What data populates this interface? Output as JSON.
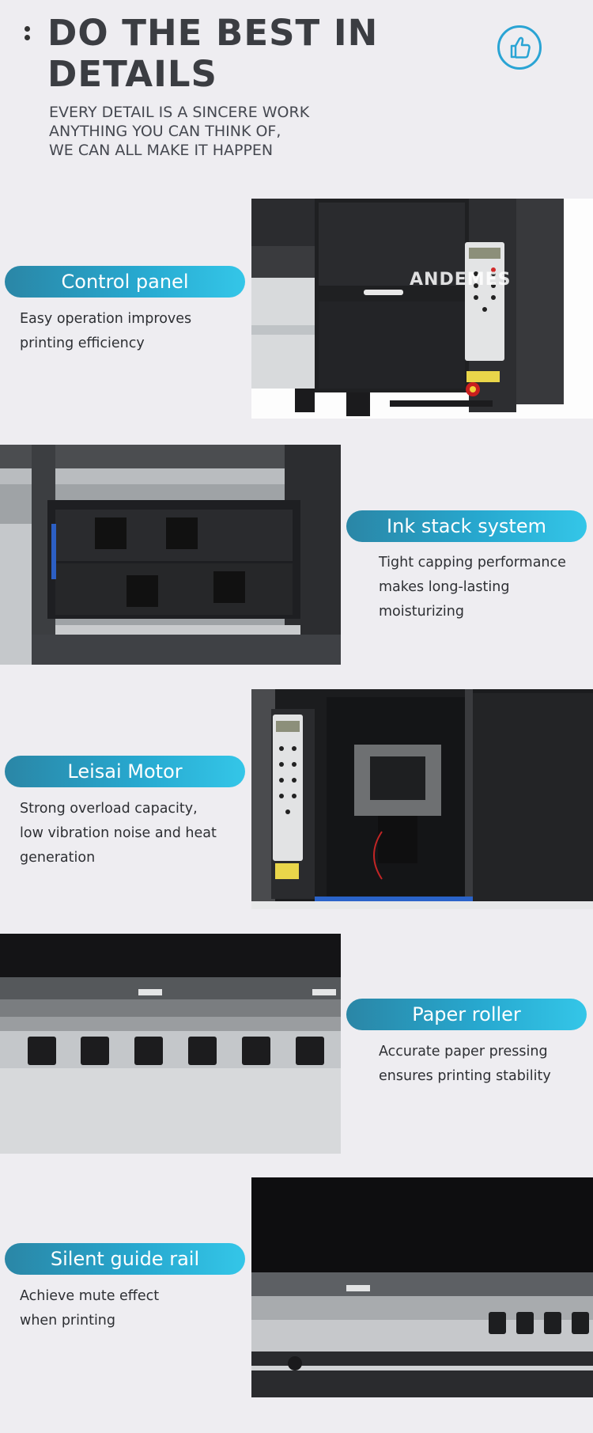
{
  "header": {
    "title_line1": "DO THE BEST IN",
    "title_line2": "DETAILS",
    "subtitle_lines": [
      "EVERY DETAIL IS A SINCERE WORK",
      "ANYTHING YOU CAN THINK OF,",
      "WE CAN ALL MAKE IT HAPPEN"
    ]
  },
  "sections": [
    {
      "title": "Control panel",
      "desc_lines": [
        "Easy operation improves",
        "printing efficiency"
      ],
      "watermark": "ANDEMES"
    },
    {
      "title": "Ink stack system",
      "desc_lines": [
        "Tight capping performance",
        "makes long-lasting",
        "moisturizing"
      ]
    },
    {
      "title": "Leisai Motor",
      "desc_lines": [
        "Strong overload capacity,",
        "low vibration noise and heat",
        "generation"
      ]
    },
    {
      "title": "Paper roller",
      "desc_lines": [
        "Accurate paper pressing",
        "ensures printing stability"
      ]
    },
    {
      "title": "Silent guide rail",
      "desc_lines": [
        "Achieve mute effect",
        "when printing"
      ]
    }
  ],
  "colors": {
    "accent": "#27a8cf",
    "background": "#eeedf1",
    "title": "#3b3d42"
  },
  "icons": {
    "badge": "thumbs-up-icon"
  }
}
